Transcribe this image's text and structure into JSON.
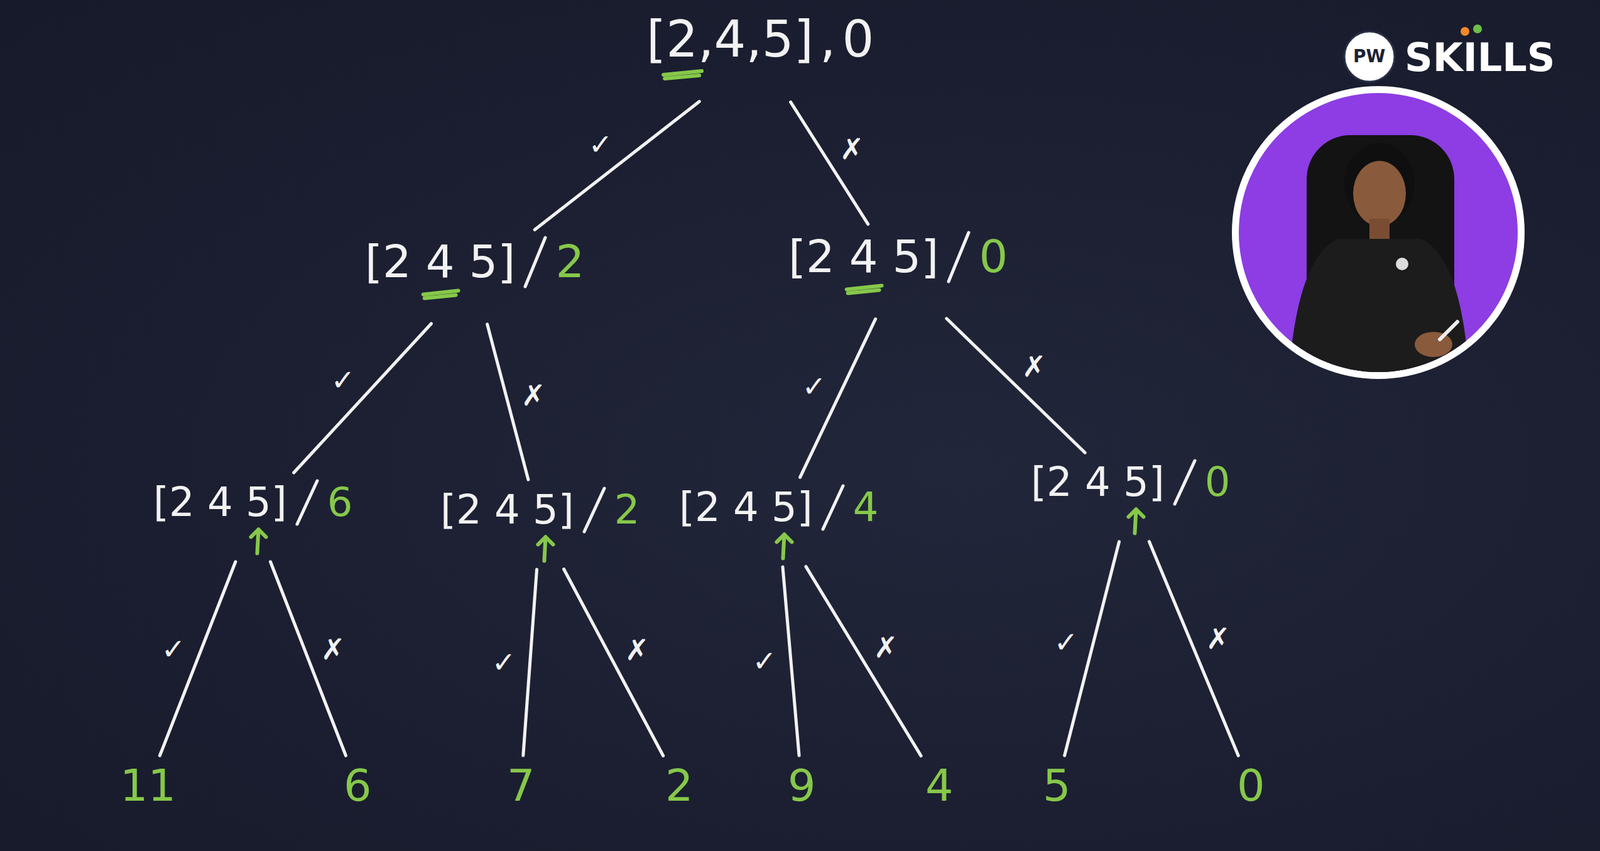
{
  "diagram": {
    "nodes": [
      {
        "text": [
          "[2,4,5]",
          ",",
          "0"
        ]
      },
      {
        "text": [
          "[2 4 5]",
          "2"
        ]
      },
      {
        "text": [
          "[2 4 5]",
          "0"
        ]
      },
      {
        "text": [
          "[2 4 5]",
          "6"
        ]
      },
      {
        "text": [
          "[2 4 5]",
          "2"
        ]
      },
      {
        "text": [
          "[2 4 5]",
          "4"
        ]
      },
      {
        "text": [
          "[2 4 5]",
          "0"
        ]
      },
      {
        "text": [
          "11"
        ]
      },
      {
        "text": [
          "6"
        ]
      },
      {
        "text": [
          "7"
        ]
      },
      {
        "text": [
          "2"
        ]
      },
      {
        "text": [
          "9"
        ]
      },
      {
        "text": [
          "4"
        ]
      },
      {
        "text": [
          "5"
        ]
      },
      {
        "text": [
          "0"
        ]
      }
    ],
    "edges": [
      {
        "from": 0,
        "to": 1,
        "arrow": "none",
        "label": "✓"
      },
      {
        "from": 0,
        "to": 2,
        "arrow": "none",
        "label": "✗"
      },
      {
        "from": 1,
        "to": 3,
        "arrow": "none",
        "label": "✓"
      },
      {
        "from": 1,
        "to": 4,
        "arrow": "none",
        "label": "✗"
      },
      {
        "from": 2,
        "to": 5,
        "arrow": "none",
        "label": "✓"
      },
      {
        "from": 2,
        "to": 6,
        "arrow": "none",
        "label": "✗"
      },
      {
        "from": 3,
        "to": 7,
        "arrow": "none",
        "label": "✓"
      },
      {
        "from": 3,
        "to": 8,
        "arrow": "none",
        "label": "✗"
      },
      {
        "from": 4,
        "to": 9,
        "arrow": "none",
        "label": "✓"
      },
      {
        "from": 4,
        "to": 10,
        "arrow": "none",
        "label": "✗"
      },
      {
        "from": 5,
        "to": 11,
        "arrow": "none",
        "label": "✓"
      },
      {
        "from": 5,
        "to": 12,
        "arrow": "none",
        "label": "✗"
      },
      {
        "from": 6,
        "to": 13,
        "arrow": "none",
        "label": "✓"
      },
      {
        "from": 6,
        "to": 14,
        "arrow": "none",
        "label": "✗"
      }
    ],
    "labels": [
      "PW",
      "SKILLS"
    ]
  }
}
